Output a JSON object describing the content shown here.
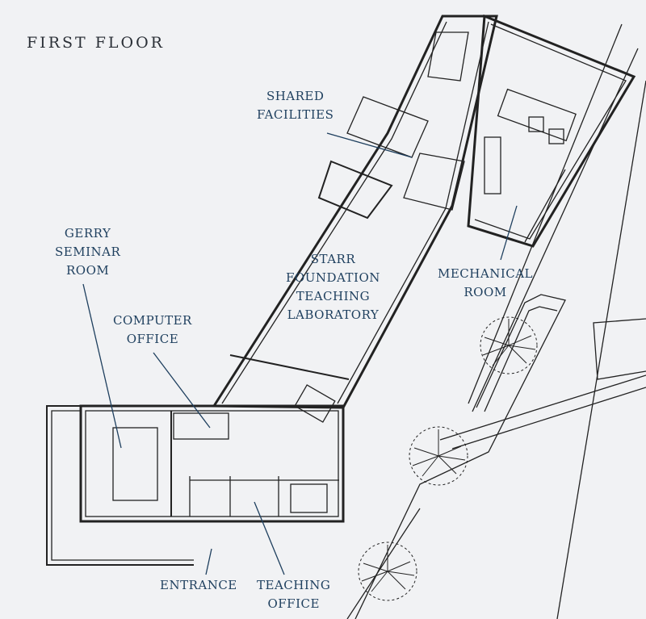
{
  "title": "FIRST FLOOR",
  "labels": {
    "shared_facilities": [
      "SHARED",
      "FACILITIES"
    ],
    "gerry_seminar_room": [
      "GERRY",
      "SEMINAR",
      "ROOM"
    ],
    "computer_office": [
      "COMPUTER",
      "OFFICE"
    ],
    "starr_lab": [
      "STARR",
      "FOUNDATION",
      "TEACHING",
      "LABORATORY"
    ],
    "mechanical_room": [
      "MECHANICAL",
      "ROOM"
    ],
    "entrance": [
      "ENTRANCE"
    ],
    "teaching_office": [
      "TEACHING",
      "OFFICE"
    ]
  },
  "colors": {
    "label": "#1e3f5e",
    "walls": "#222222",
    "background": "#f1f2f4"
  }
}
